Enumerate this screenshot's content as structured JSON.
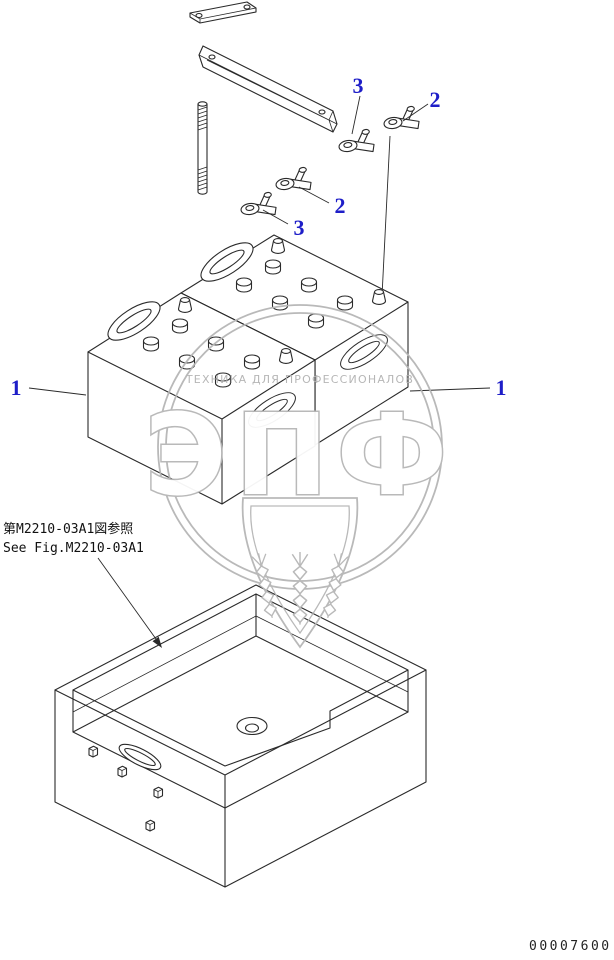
{
  "diagram": {
    "callouts": {
      "one_left": "1",
      "one_right": "1",
      "two_upper": "2",
      "two_lower": "2",
      "three_upper": "3",
      "three_lower": "3"
    },
    "reference_note": {
      "jp": "第M2210-03A1図参照",
      "en": "See Fig.M2210-03A1"
    },
    "watermark": {
      "band_text": "ТЕХНИКА ДЛЯ ПРОФЕССИОНАЛОВ",
      "logo": "ЭПФ"
    },
    "part_number": "00007600",
    "colors": {
      "callout_blue": "#1e1ec8",
      "line": "#2a2a2a",
      "watermark_gray": "#b6b6b6"
    }
  }
}
